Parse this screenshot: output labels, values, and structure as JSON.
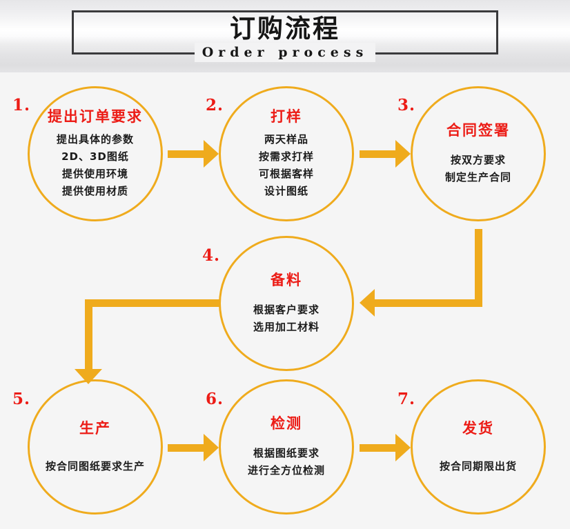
{
  "header": {
    "title": "订购流程",
    "subtitle": "Order process"
  },
  "colors": {
    "circle_stroke": "#efab1d",
    "arrow": "#efab1d",
    "title_red": "#ec1c16",
    "body_text": "#1b1b1b",
    "background": "#f5f5f5",
    "frame_border": "#3a3a3c"
  },
  "steps": [
    {
      "number": "1.",
      "title": "提出订单要求",
      "lines": [
        "提出具体的参数",
        "2D、3D图纸",
        "提供使用环境",
        "提供使用材质"
      ]
    },
    {
      "number": "2.",
      "title": "打样",
      "lines": [
        "两天样品",
        "按需求打样",
        "可根据客样",
        "设计图纸"
      ]
    },
    {
      "number": "3.",
      "title": "合同签署",
      "lines": [
        "按双方要求",
        "制定生产合同"
      ]
    },
    {
      "number": "4.",
      "title": "备料",
      "lines": [
        "根据客户要求",
        "选用加工材料"
      ]
    },
    {
      "number": "5.",
      "title": "生产",
      "lines": [
        "按合同图纸要求生产"
      ]
    },
    {
      "number": "6.",
      "title": "检测",
      "lines": [
        "根据图纸要求",
        "进行全方位检测"
      ]
    },
    {
      "number": "7.",
      "title": "发货",
      "lines": [
        "按合同期限出货"
      ]
    }
  ],
  "connectors": [
    {
      "name": "arrow-step1-to-step2",
      "direction": "right"
    },
    {
      "name": "arrow-step2-to-step3",
      "direction": "right"
    },
    {
      "name": "arrow-step3-to-step4",
      "direction": "elbow-down-left"
    },
    {
      "name": "arrow-step4-to-step5",
      "direction": "elbow-left-down"
    },
    {
      "name": "arrow-step5-to-step6",
      "direction": "right"
    },
    {
      "name": "arrow-step6-to-step7",
      "direction": "right"
    }
  ]
}
